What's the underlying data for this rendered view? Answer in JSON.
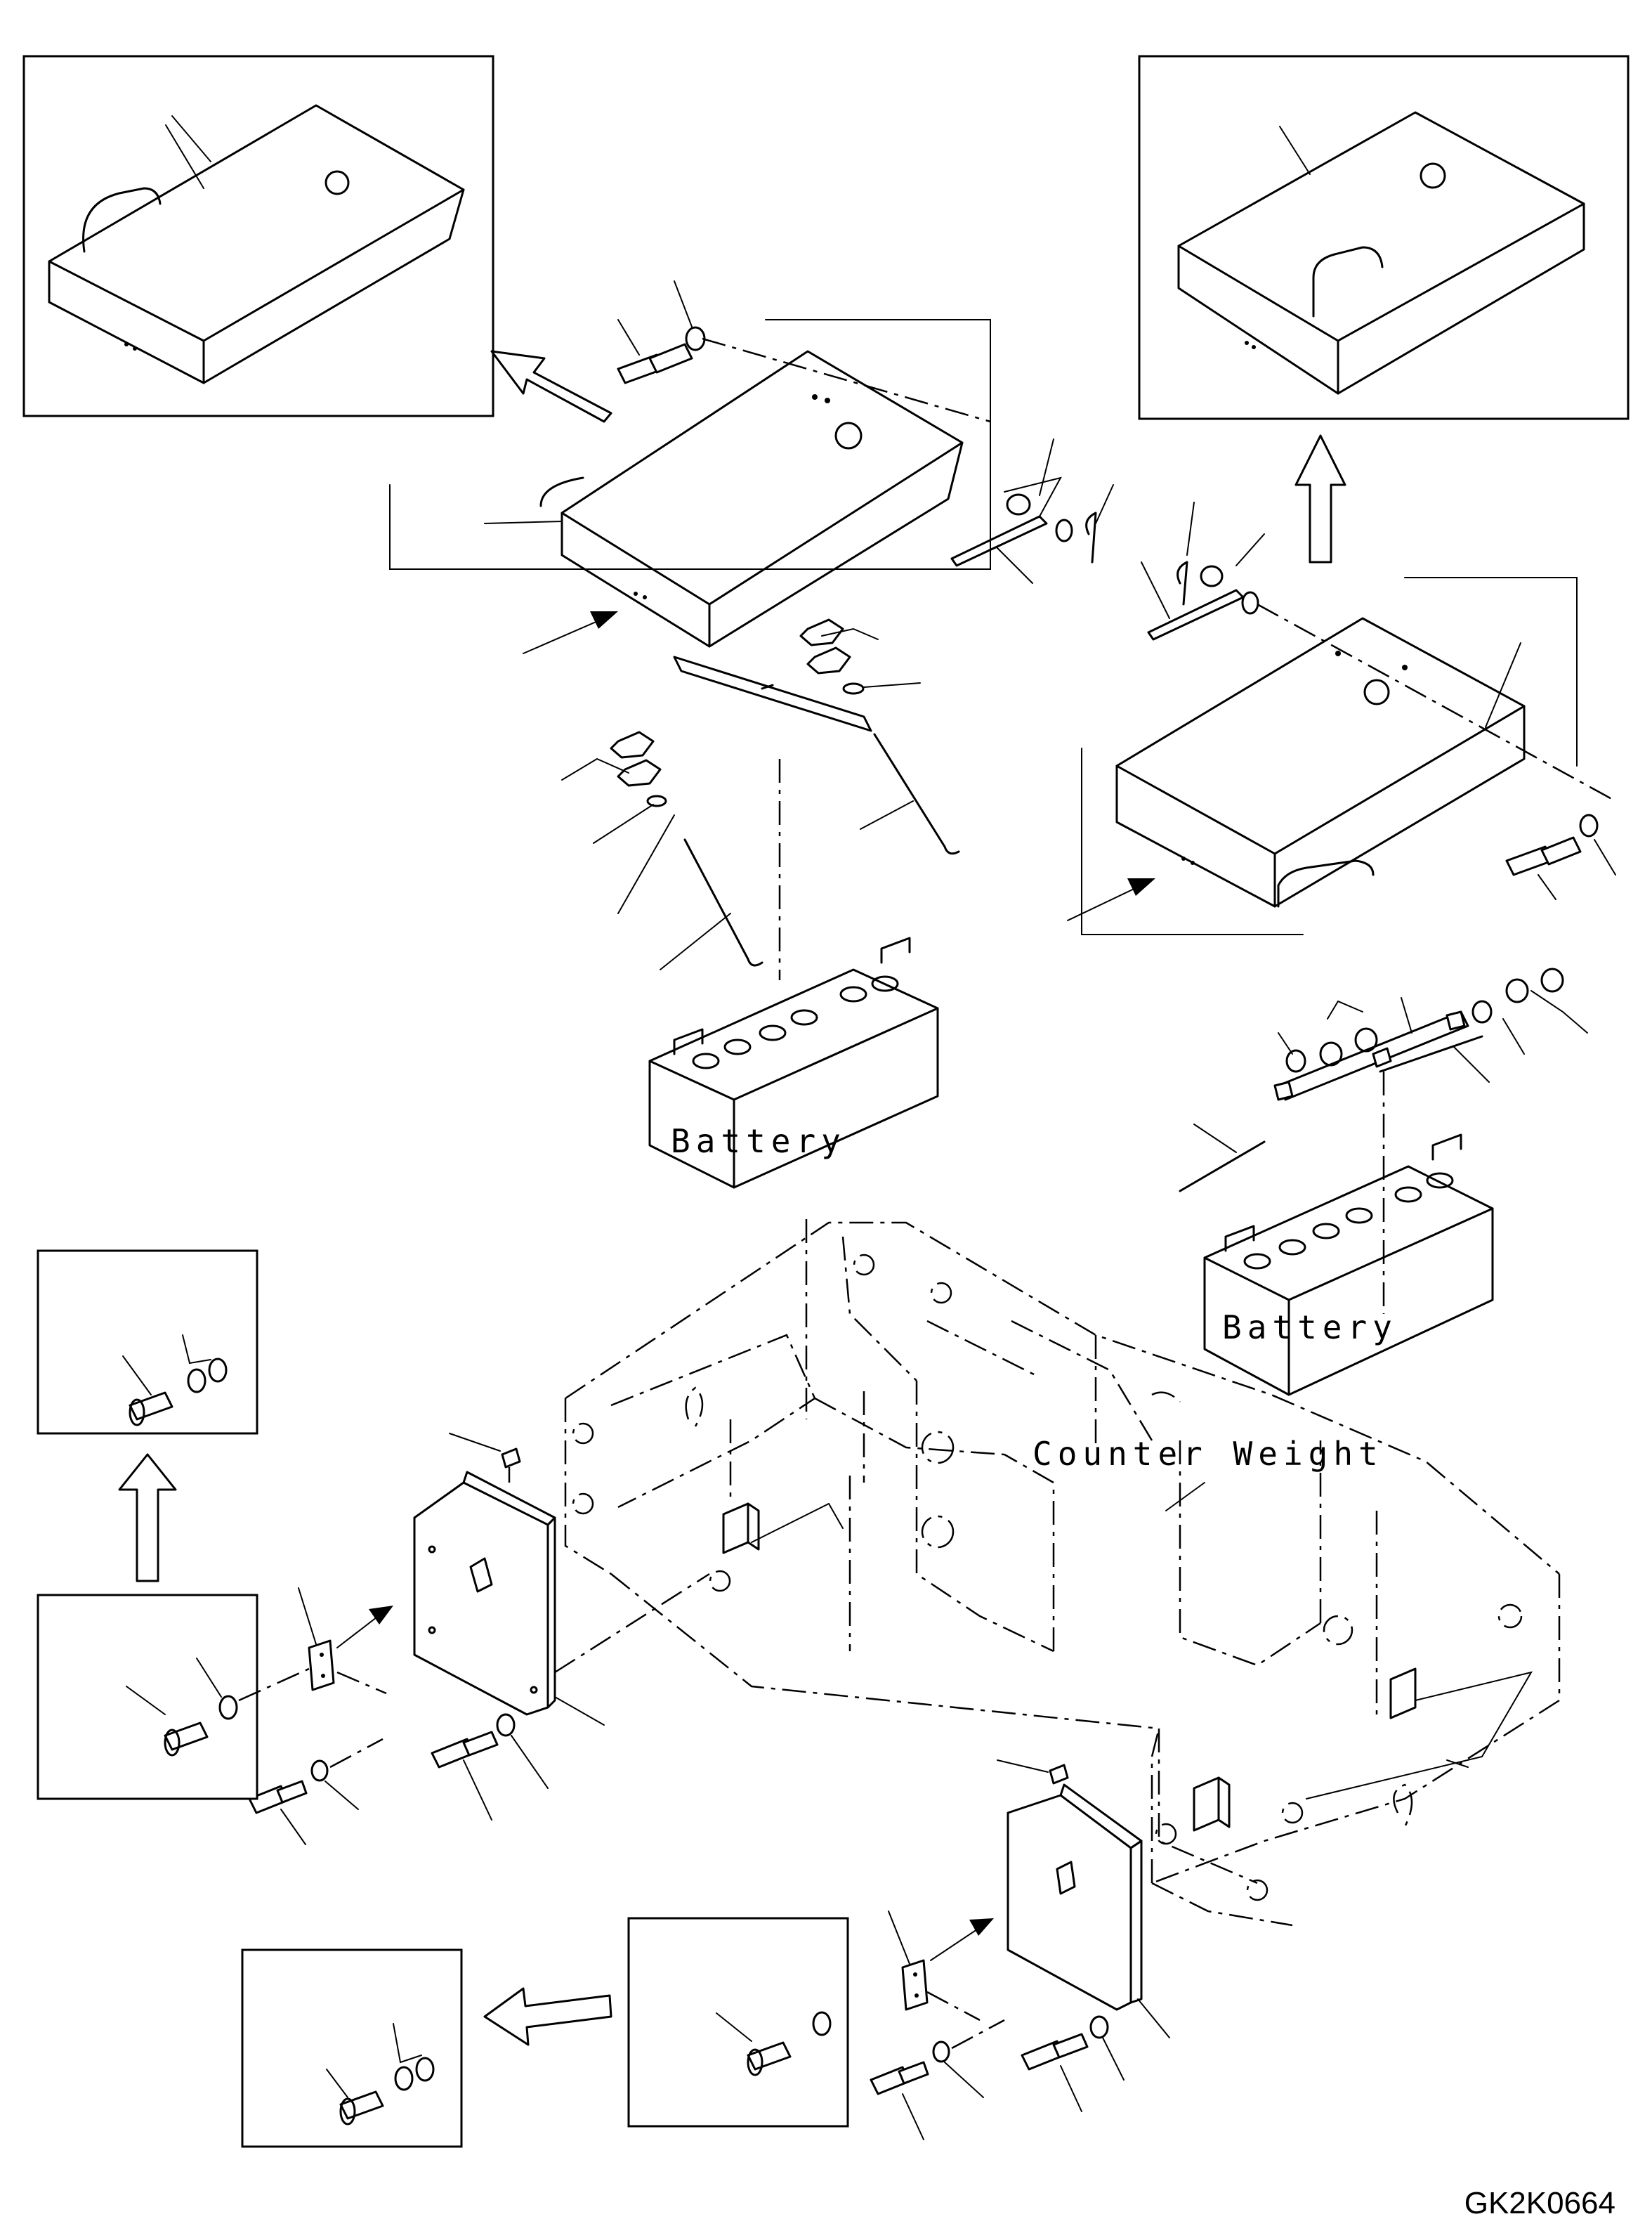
{
  "diagram": {
    "labels": {
      "battery_left": "Battery",
      "battery_right": "Battery",
      "counter_weight": "Counter Weight"
    },
    "drawing_code": "GK2K0664"
  }
}
